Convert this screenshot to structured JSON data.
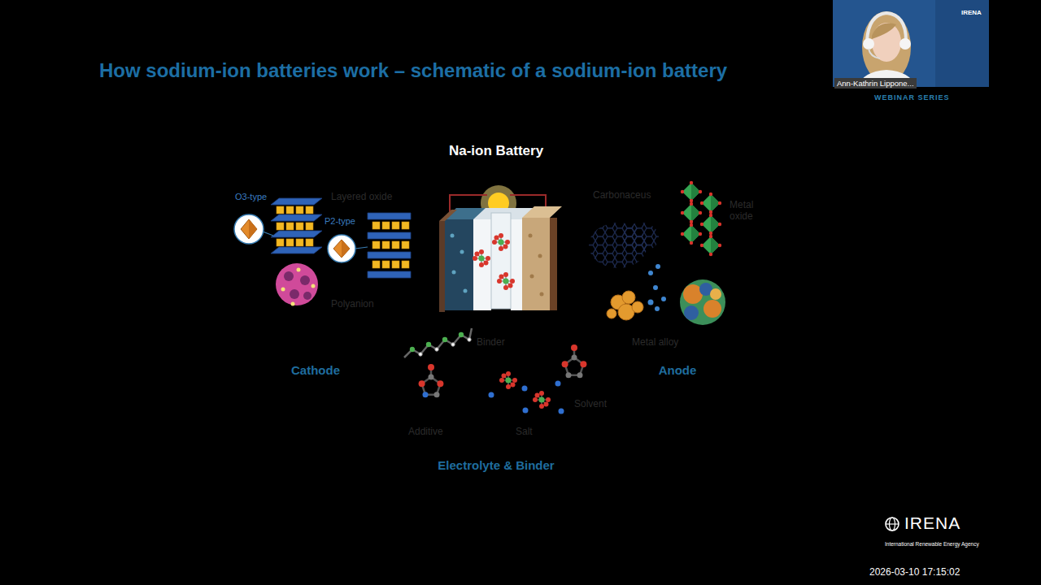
{
  "diagram": {
    "title": "How sodium-ion batteries work – schematic of a sodium-ion battery",
    "nodes": [
      {
        "text": [
          "Na-ion Battery"
        ]
      },
      {
        "text": [
          "O3-type",
          "Layered oxide",
          "P2-type",
          "Polyanion",
          "Cathode"
        ]
      },
      {
        "text": [
          "Carbonaceus",
          "Metal oxide",
          "Metal alloy",
          "Anode"
        ]
      },
      {
        "text": [
          "Binder",
          "Solvent",
          "Additive",
          "Salt",
          "Electrolyte & Binder"
        ]
      }
    ],
    "labels": [
      "IRENA",
      "Ann-Kathrin Lippone...",
      "WEBINAR SERIES",
      "IRENA",
      "International Renewable Energy Agency",
      "2026-03-10 17:15:02"
    ]
  }
}
